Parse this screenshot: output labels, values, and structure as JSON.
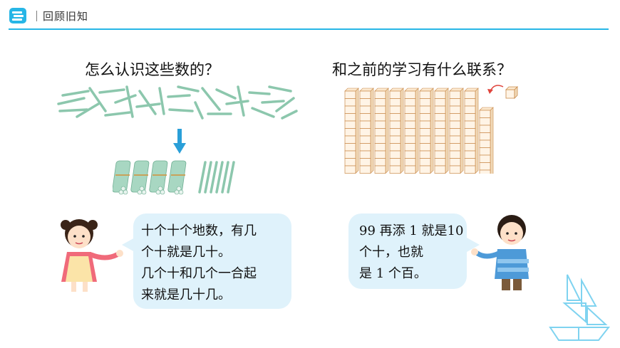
{
  "header": {
    "icon": "book-stack-icon",
    "section_title": "｜回顾旧知",
    "accent_color": "#27b6e6"
  },
  "questions": {
    "left": "怎么认识这些数的？",
    "right": "和之前的学习有什么联系？"
  },
  "bubbles": {
    "girl": [
      "十个十个地数，有几",
      "个十就是几十。",
      "几个十和几个一合起",
      "来就是几十几。"
    ],
    "boy": [
      "99 再添 1 就是10",
      "个十，也就",
      "是 1 个百。"
    ]
  },
  "colors": {
    "bubble": "#dff2fb",
    "stick": "#a8d7c2",
    "arrow": "#2a9fd8",
    "block_fill": "#fff4e6",
    "block_stroke": "#c98a4a"
  }
}
